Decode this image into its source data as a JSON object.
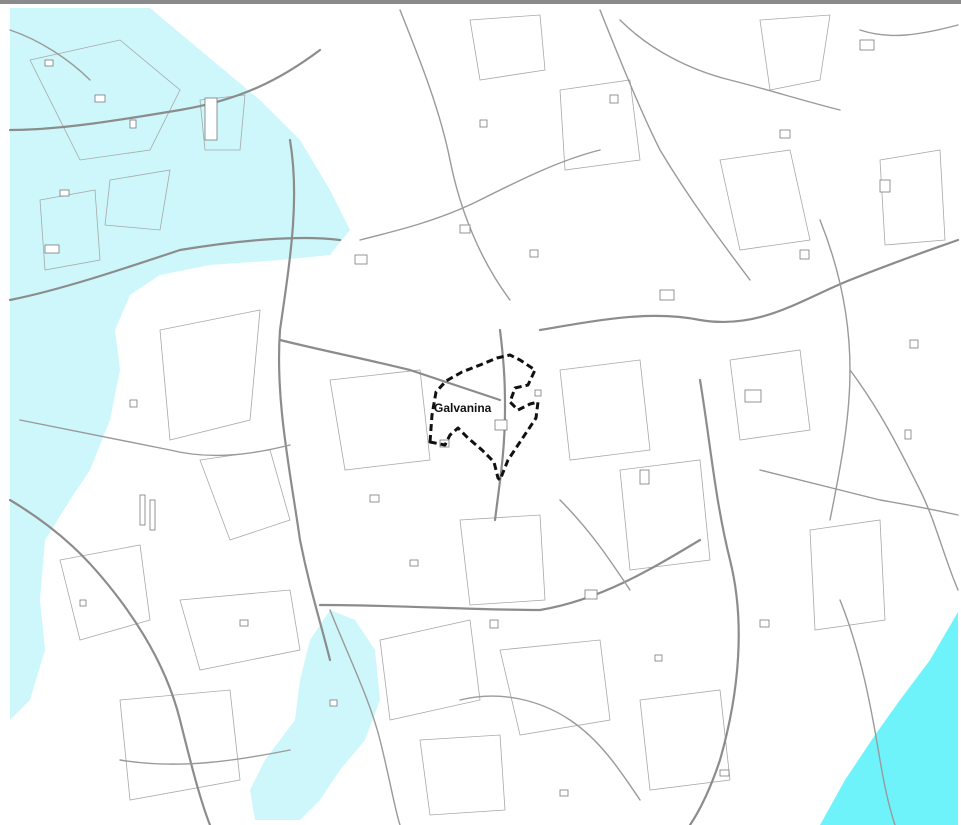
{
  "map": {
    "place_label": "Galvanina"
  },
  "colors": {
    "light_water_zone": "#cdf7fb",
    "strong_water_zone": "#6ff3fb",
    "road": "#9a9a9a",
    "parcel": "#a8a8a8",
    "boundary": "#111111",
    "background": "#ffffff"
  },
  "layers": [
    "light-water-zone",
    "strong-water-zone",
    "parcels",
    "roads",
    "buildings",
    "study-area-boundary",
    "place-label"
  ]
}
